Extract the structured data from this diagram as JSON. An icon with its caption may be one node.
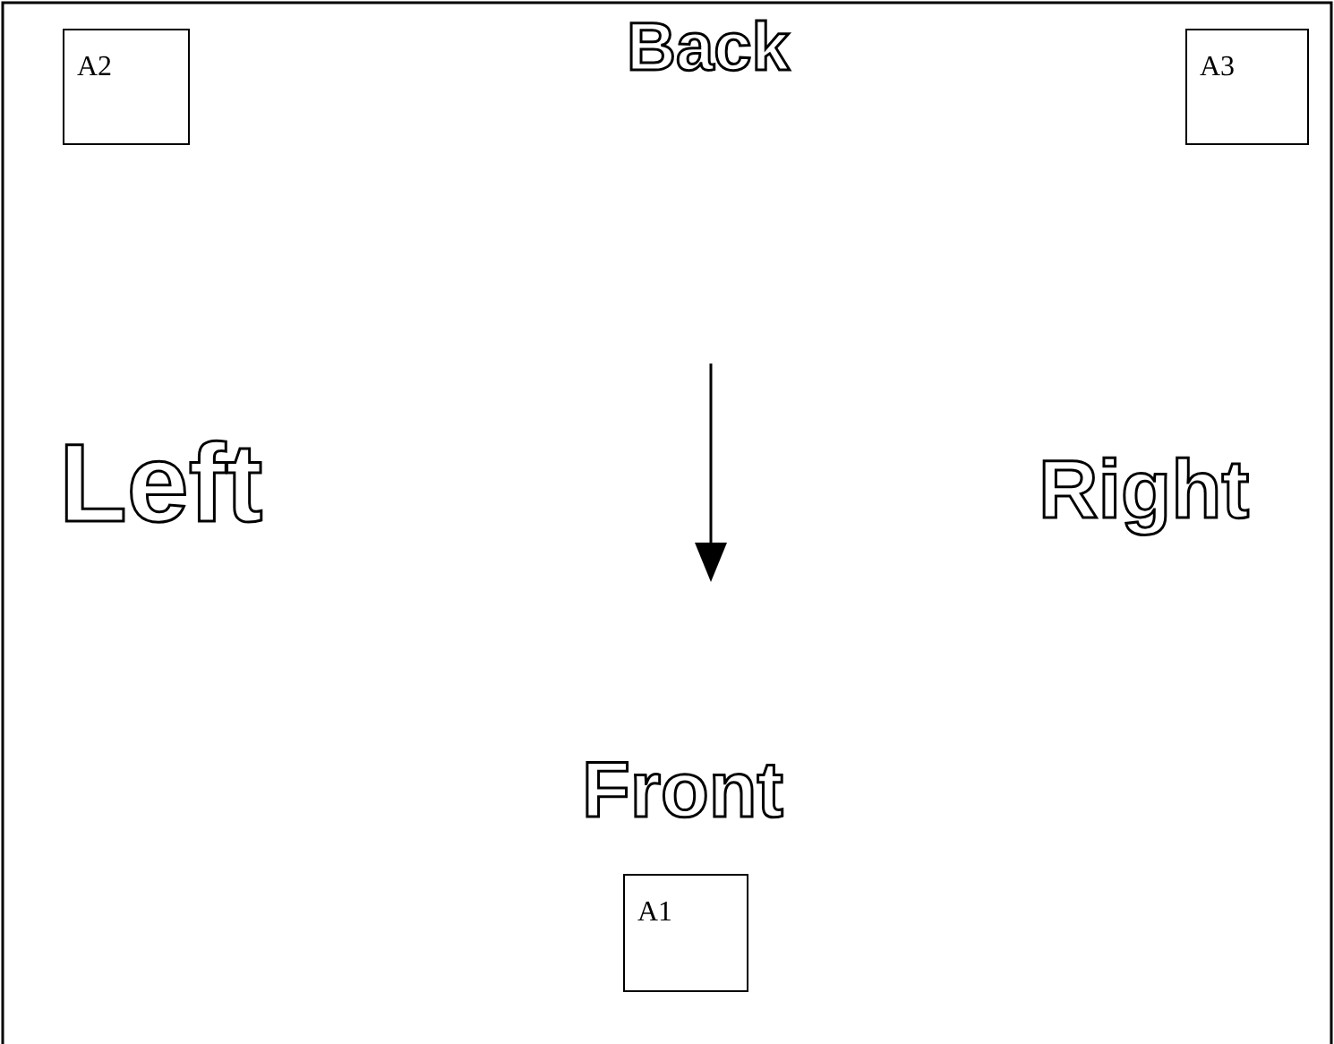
{
  "diagram": {
    "nodes": [
      {
        "text": [
          "A2"
        ]
      },
      {
        "text": [
          "A3"
        ]
      },
      {
        "text": [
          "A1"
        ]
      }
    ],
    "labels": [
      "Back",
      "Left",
      "Right",
      "Front"
    ]
  }
}
